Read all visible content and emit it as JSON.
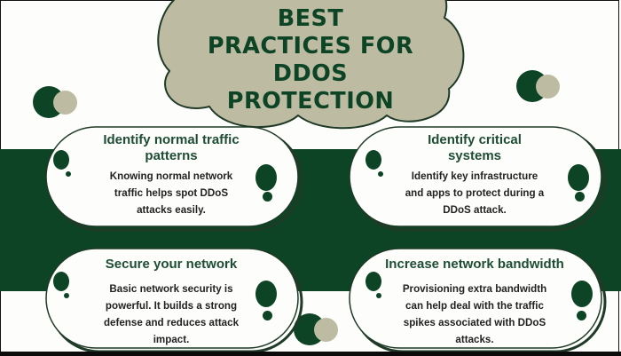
{
  "title": {
    "lines": [
      "BEST",
      "PRACTICES FOR",
      "DDOS",
      "PROTECTION"
    ]
  },
  "colors": {
    "dark_green": "#0c4425",
    "sage": "#bdbca2",
    "background": "#fdfdfb",
    "heading_text": "#1e4d34",
    "body_text": "#222222"
  },
  "cards": [
    {
      "heading_lines": [
        "Identify normal traffic",
        "patterns"
      ],
      "body_lines": [
        "Knowing normal network",
        "traffic helps spot DDoS",
        "attacks easily."
      ]
    },
    {
      "heading_lines": [
        "Identify critical",
        "systems"
      ],
      "body_lines": [
        "Identify key infrastructure",
        "and apps to protect during a",
        "DDoS attack."
      ]
    },
    {
      "heading_lines": [
        "Secure your network"
      ],
      "body_lines": [
        "Basic network security is",
        "powerful. It builds a strong",
        "defense and reduces attack",
        "impact."
      ]
    },
    {
      "heading_lines": [
        "Increase network bandwidth"
      ],
      "body_lines": [
        "Provisioning extra bandwidth",
        "can help deal with the traffic",
        "spikes associated with DDoS",
        "attacks."
      ]
    }
  ]
}
